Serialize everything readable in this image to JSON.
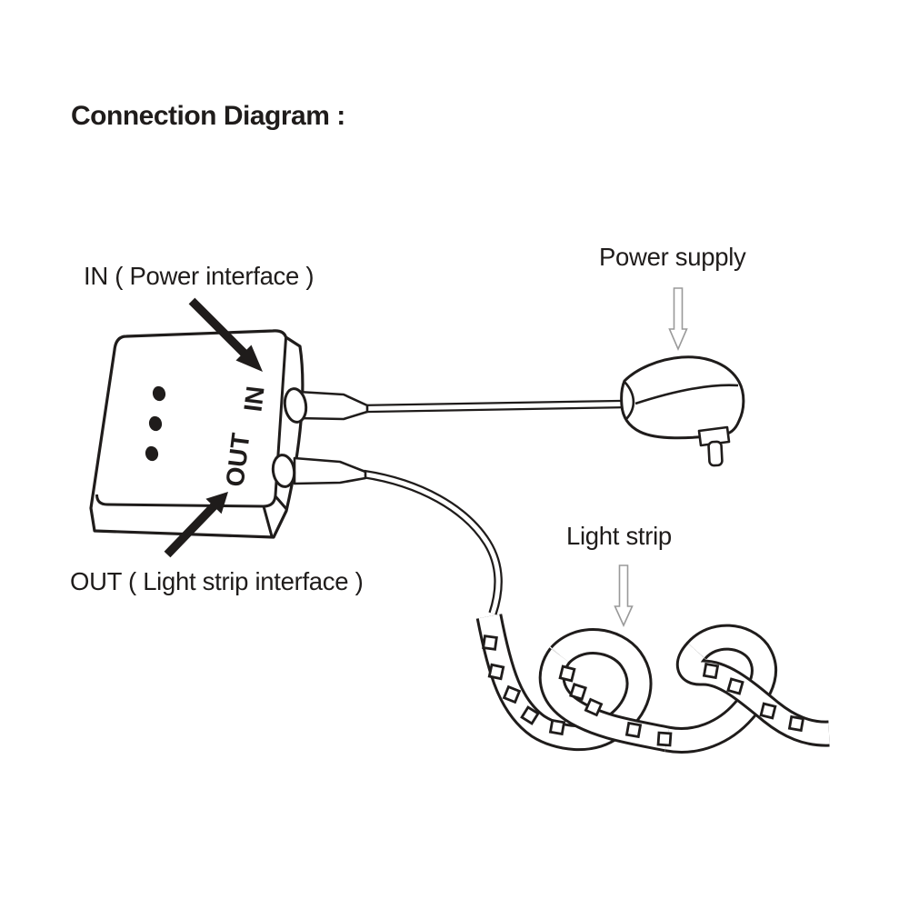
{
  "diagram": {
    "title": "Connection Diagram :",
    "controller": {
      "port_in": "IN",
      "port_out": "OUT"
    },
    "annotations": {
      "in_label": "IN ( Power interface )",
      "out_label": "OUT ( Light strip interface )",
      "power_supply_label": "Power supply",
      "light_strip_label": "Light strip"
    },
    "icons": {
      "in_arrow": "solid-diagonal-arrow",
      "out_arrow": "solid-diagonal-arrow",
      "power_supply_arrow": "hollow-down-arrow",
      "light_strip_arrow": "hollow-down-arrow"
    },
    "colors": {
      "line": "#1f1c1b",
      "hollow_arrow": "#9a9a9a",
      "background": "#ffffff"
    }
  }
}
